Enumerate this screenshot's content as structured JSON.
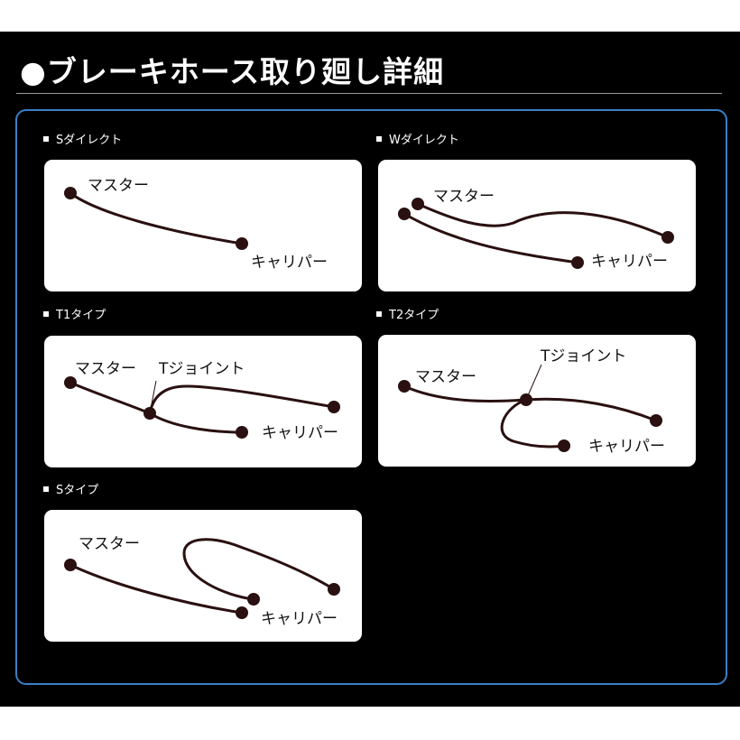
{
  "heading": "●ブレーキホース取り廻し詳細",
  "diagrams": [
    {
      "label": "Sダイレクト",
      "master": "マスター",
      "caliper": "キャリパー"
    },
    {
      "label": "Wダイレクト",
      "master": "マスター",
      "caliper": "キャリパー"
    },
    {
      "label": "T1タイプ",
      "master": "マスター",
      "joint": "Tジョイント",
      "caliper": "キャリパー"
    },
    {
      "label": "T2タイプ",
      "master": "マスター",
      "joint": "Tジョイント",
      "caliper": "キャリパー"
    },
    {
      "label": "Sタイプ",
      "master": "マスター",
      "caliper": "キャリパー"
    }
  ],
  "colors": {
    "background": "#000000",
    "frame": "#3a7fc8",
    "hose": "#2a1010",
    "panel": "#ffffff"
  }
}
